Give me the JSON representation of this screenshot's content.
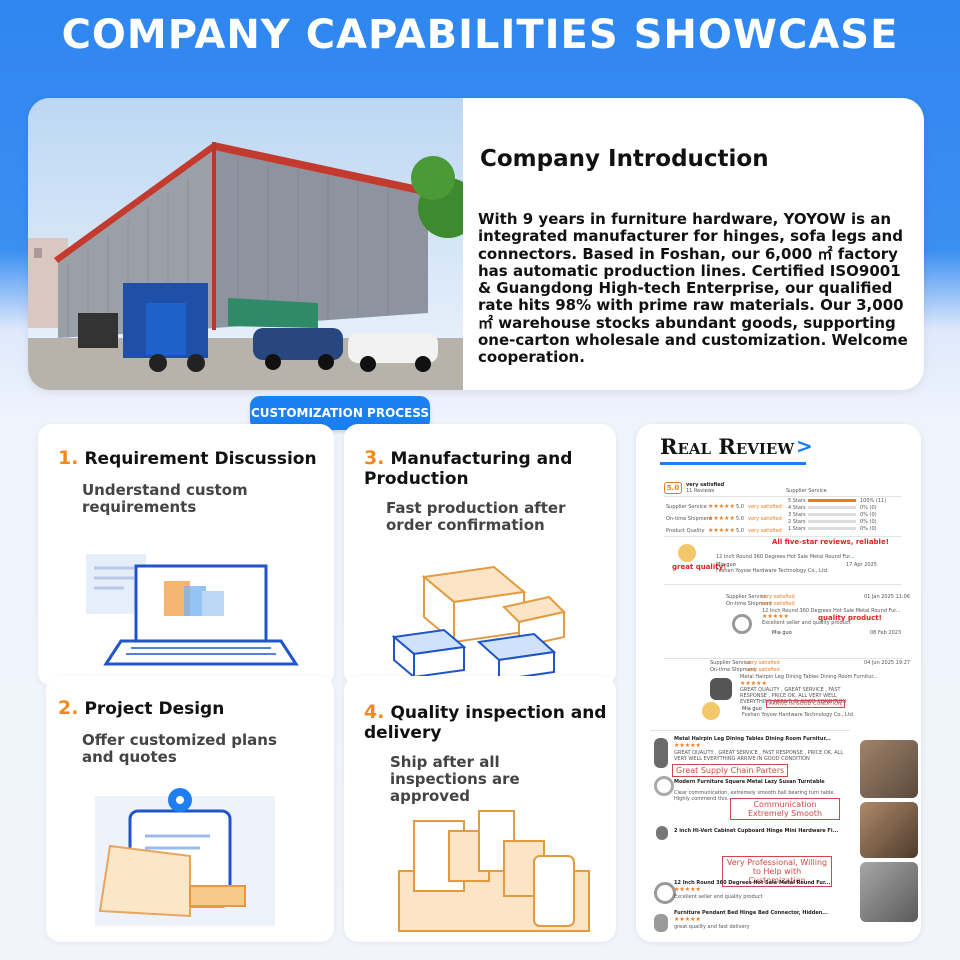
{
  "banner": {
    "title": "COMPANY CAPABILITIES SHOWCASE"
  },
  "intro": {
    "heading": "Company Introduction",
    "text": "With 9 years in furniture hardware, YOYOW is an integrated manufacturer for hinges, sofa legs and connectors. Based in Foshan, our 6,000 ㎡ factory has automatic production lines. Certified ISO9001 & Guangdong High-tech Enterprise, our qualified rate hits 98% with prime raw materials. Our 3,000 ㎡ warehouse stocks abundant goods, supporting one-carton wholesale and customization. Welcome cooperation."
  },
  "process": {
    "label": "CUSTOMIZATION PROCESS",
    "steps": [
      {
        "num": "1.",
        "title": "Requirement Discussion",
        "desc": "Understand custom requirements"
      },
      {
        "num": "2.",
        "title": "Project Design",
        "desc": "Offer customized plans and quotes"
      },
      {
        "num": "3.",
        "title": "Manufacturing and Production",
        "desc": "Fast production after order confirmation"
      },
      {
        "num": "4.",
        "title": "Quality inspection and delivery",
        "desc": "Ship after all inspections are approved"
      }
    ]
  },
  "review": {
    "heading": "Real Review",
    "arrow": ">",
    "score": "5.0",
    "score_label": "very satisfied",
    "reviews_count": "11 Reviews",
    "supplier_service": "Supplier Service",
    "ontime": "On-time Shipment",
    "product_quality": "Product Quality",
    "rating_value": "5.0",
    "very_satisfied": "very satisfied",
    "stars_5": "5 Stars",
    "stars_4": "4 Stars",
    "stars_3": "3 Stars",
    "stars_2": "2 Stars",
    "stars_1": "1 Stars",
    "pct_100": "100% (11)",
    "pct_0": "0% (0)",
    "callout_five_star": "All five-star reviews, reliable!",
    "callout_great_quality": "great quality！",
    "callout_quality_product": "quality product!",
    "callout_arrive": "ARRIVE IN GOOD CONDITION",
    "product_1": "12 Inch Round 360 Degrees Hot Sale Metal Round Fur...",
    "product_2": "Metal Hairpin Leg Dining Tables Dining Room Furnitur...",
    "product_3": "Metal Hairpin Leg Dining Tables Dining Room Furnitur...",
    "product_4": "Modern Furniture Square Metal Lazy Susan Turntable",
    "product_5": "2 inch Hi-Vert Cabinet Cupboard Hinge Mini Hardware Fi...",
    "product_6": "12 Inch Round 360 Degrees Hot Sale Metal Round Fur...",
    "product_7": "Furniture Pendant Bed Hinge Bed Connector, Hidden...",
    "review_text_1": "GREAT QUALITY , GREAT SERVICE , FAST RESPONSE , PRICE OK, ALL VERY WELL EVERYTHING ARRIVE IN GOOD CONDITION",
    "review_text_2": "Clear communication, extremely smooth ball bearing turn table. Highly commend this.",
    "review_text_3": "Excellent seller and quality product",
    "review_text_4": "great quality and fast delivery",
    "excellent": "Excellent seller and quality product",
    "callout_supply": "Great Supply Chain Parters",
    "callout_comm": "Communication Extremely Smooth",
    "callout_professional": "Very Professional, Willing to Help with Customization",
    "reply_name": "Mia guo",
    "reply_company": "Foshan Yoyow Hardware Technology Co., Ltd.",
    "date_1": "17 Apr 2025",
    "date_2": "08 Feb 2023",
    "date_3": "01 Jan 2025 11:06",
    "date_4": "04 Jun 2025 19:27"
  }
}
